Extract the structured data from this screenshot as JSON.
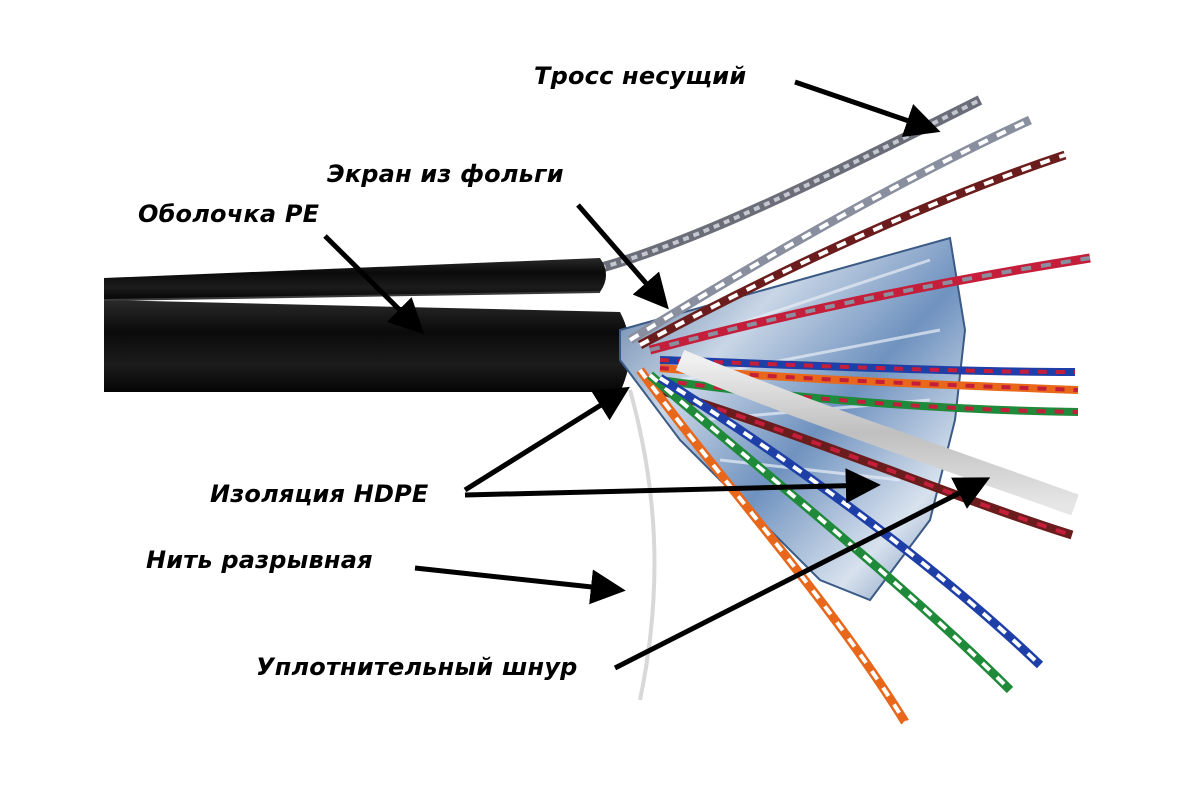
{
  "labels": {
    "messenger": "Тросс несущий",
    "foil_screen": "Экран из фольги",
    "pe_sheath": "Оболочка PE",
    "hdpe_insulation": "Изоляция HDPE",
    "rip_cord": "Нить разрывная",
    "filler_cord": "Уплотнительный шнур"
  },
  "colors": {
    "background": "#ffffff",
    "jacket": "#111111",
    "foil": "#7f9ec4",
    "arrow": "#000000",
    "pairs": [
      "#8a8fa0",
      "#6b1d1d",
      "#c41e3a",
      "#1f3fa8",
      "#e8671a",
      "#1f8a3a",
      "#b0b0b0"
    ]
  }
}
